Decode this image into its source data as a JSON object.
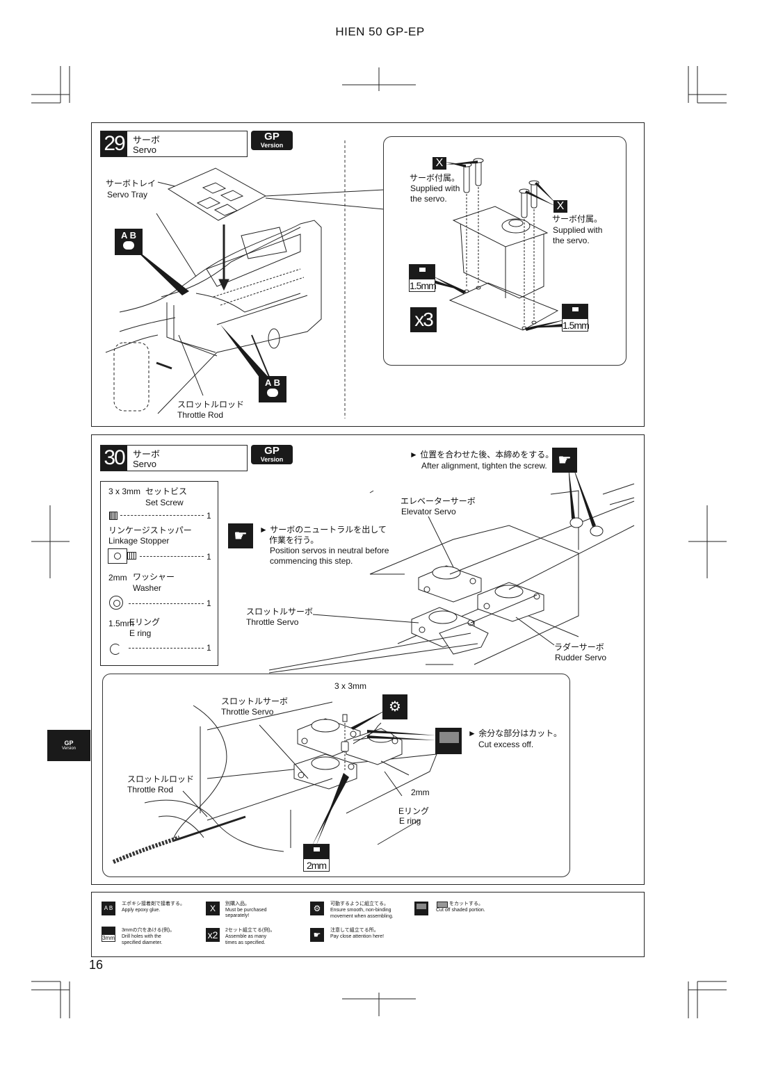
{
  "header": {
    "title": "HIEN 50 GP-EP"
  },
  "page_number": "16",
  "gp_badge": {
    "gp": "GP",
    "version": "Version"
  },
  "side_tab": {
    "gp": "GP",
    "version": "Version"
  },
  "step29": {
    "number": "29",
    "title_jp": "サーボ",
    "title_en": "Servo",
    "tray_jp": "サーボトレイ",
    "tray_en": "Servo Tray",
    "rod_jp": "スロットルロッド",
    "rod_en": "Throttle Rod",
    "supplied1_jp": "サーボ付属。",
    "supplied1_en1": "Supplied with",
    "supplied1_en2": "the servo.",
    "supplied2_jp": "サーボ付属。",
    "supplied2_en1": "Supplied with",
    "supplied2_en2": "the servo.",
    "drill_size": "1.5mm",
    "repeat": "x3",
    "x_mark": "X",
    "ab": "A B"
  },
  "step30": {
    "number": "30",
    "title_jp": "サーボ",
    "title_en": "Servo",
    "tighten_jp": "位置を合わせた後、本締めをする。",
    "tighten_en": "After alignment, tighten the screw.",
    "neutral_jp1": "サーボのニュートラルを出して",
    "neutral_jp2": "作業を行う。",
    "neutral_en1": "Position servos in neutral before",
    "neutral_en2": "commencing this step.",
    "elevator_jp": "エレベーターサーボ",
    "elevator_en": "Elevator Servo",
    "throttle_jp": "スロットルサーボ",
    "throttle_en": "Throttle Servo",
    "rudder_jp": "ラダーサーボ",
    "rudder_en": "Rudder Servo",
    "parts": [
      {
        "size": "3 x 3mm",
        "name_jp": "セットビス",
        "name_en": "Set Screw",
        "qty": "1"
      },
      {
        "size": "",
        "name_jp": "リンケージストッパー",
        "name_en": "Linkage Stopper",
        "qty": "1"
      },
      {
        "size": "2mm",
        "name_jp": "ワッシャー",
        "name_en": "Washer",
        "qty": "1"
      },
      {
        "size": "1.5mm",
        "name_jp": "Eリング",
        "name_en": "E ring",
        "qty": "1"
      }
    ],
    "detail": {
      "screw_size": "3 x 3mm",
      "throttle_jp": "スロットルサーボ",
      "throttle_en": "Throttle Servo",
      "rod_jp": "スロットルロッド",
      "rod_en": "Throttle Rod",
      "cut_jp": "余分な部分はカット。",
      "cut_en": "Cut excess off.",
      "washer": "2mm",
      "ering_jp": "Eリング",
      "ering_en": "E ring",
      "drill_size": "2mm"
    }
  },
  "legend": [
    {
      "jp": "エポキシ接着剤で接着する。",
      "en1": "Apply epoxy glue.",
      "en2": "",
      "icon": "A B"
    },
    {
      "jp": "3mmの穴をあける(例)。",
      "en1": "Drill holes with the",
      "en2": "specified diameter.",
      "icon": "3mm"
    },
    {
      "jp": "別購入品。",
      "en1": "Must be purchased",
      "en2": "separately!",
      "icon": "X"
    },
    {
      "jp": "2セット組立てる(例)。",
      "en1": "Assemble as many",
      "en2": "times as specified.",
      "icon": "x2"
    },
    {
      "jp": "可動するように組立てる。",
      "en1": "Ensure smooth, non-binding",
      "en2": "movement when assembling.",
      "icon": ""
    },
    {
      "jp": "注意して組立てる所。",
      "en1": "Pay close attention here!",
      "en2": "",
      "icon": ""
    },
    {
      "jp": "をカットする。",
      "en1": "Cut off shaded portion.",
      "en2": "",
      "icon": ""
    }
  ]
}
